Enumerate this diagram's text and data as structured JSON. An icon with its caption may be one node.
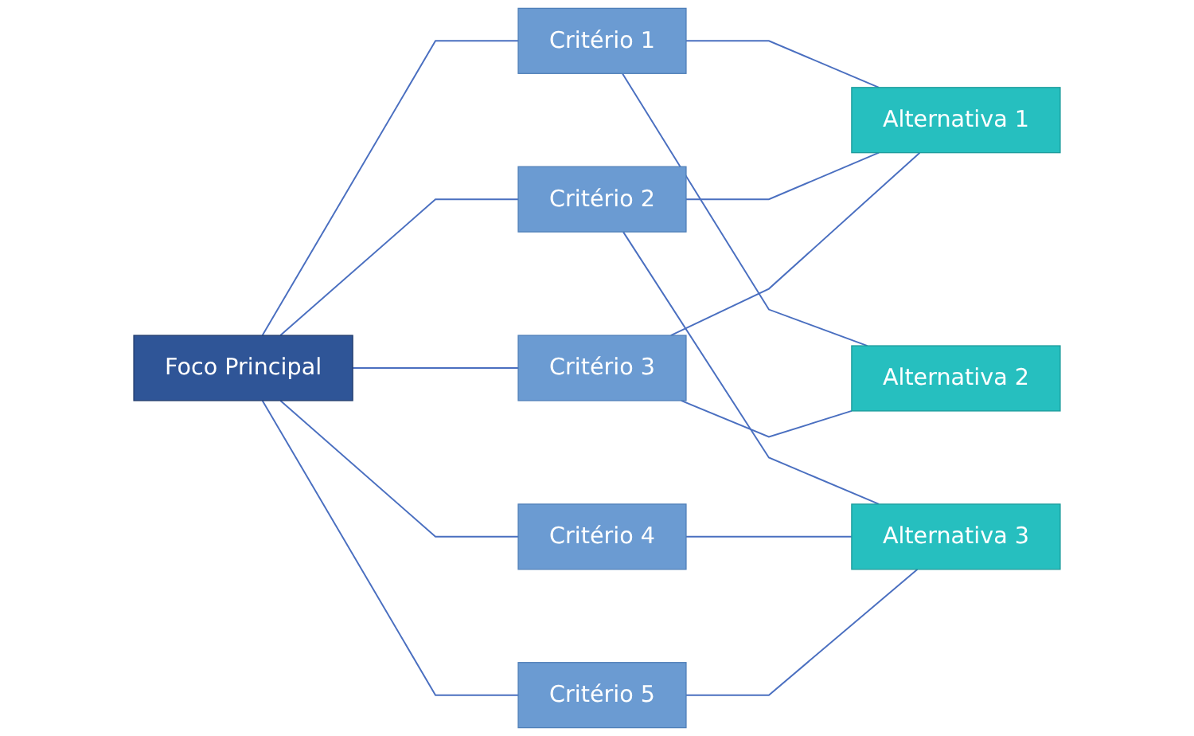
{
  "diagram": {
    "nodes": [
      {
        "text": [
          "Foco Principal"
        ]
      },
      {
        "text": [
          "Critério 1"
        ]
      },
      {
        "text": [
          "Critério 2"
        ]
      },
      {
        "text": [
          "Critério 3"
        ]
      },
      {
        "text": [
          "Critério 4"
        ]
      },
      {
        "text": [
          "Critério 5"
        ]
      },
      {
        "text": [
          "Alternativa 1"
        ]
      },
      {
        "text": [
          "Alternativa 2"
        ]
      },
      {
        "text": [
          "Alternativa 3"
        ]
      }
    ],
    "edges": [
      {
        "from": 0,
        "to": 1,
        "arrow": "none"
      },
      {
        "from": 0,
        "to": 2,
        "arrow": "none"
      },
      {
        "from": 0,
        "to": 3,
        "arrow": "none"
      },
      {
        "from": 0,
        "to": 4,
        "arrow": "none"
      },
      {
        "from": 0,
        "to": 5,
        "arrow": "none"
      },
      {
        "from": 1,
        "to": 6,
        "arrow": "none"
      },
      {
        "from": 1,
        "to": 7,
        "arrow": "none"
      },
      {
        "from": 2,
        "to": 6,
        "arrow": "none"
      },
      {
        "from": 2,
        "to": 8,
        "arrow": "none"
      },
      {
        "from": 3,
        "to": 6,
        "arrow": "none"
      },
      {
        "from": 3,
        "to": 7,
        "arrow": "none"
      },
      {
        "from": 4,
        "to": 8,
        "arrow": "none"
      },
      {
        "from": 5,
        "to": 8,
        "arrow": "none"
      }
    ]
  }
}
